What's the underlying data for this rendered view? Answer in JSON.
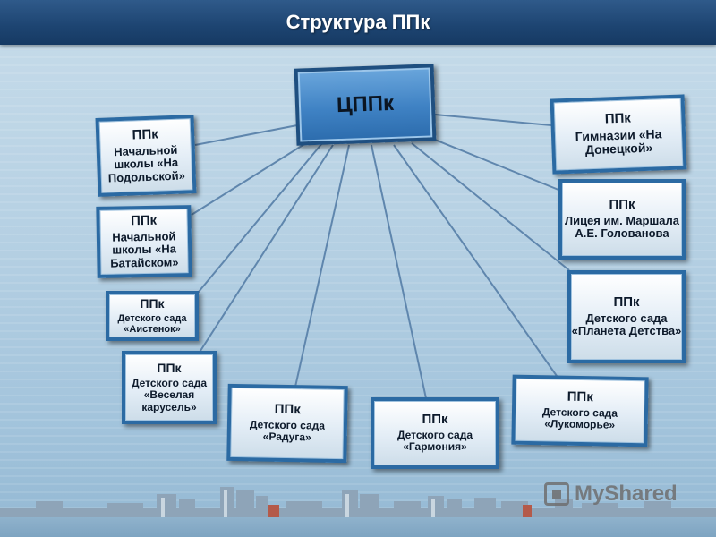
{
  "title": "Структура ППк",
  "center": {
    "label": "ЦППк"
  },
  "nodes": [
    {
      "id": "podolskaya",
      "lines": [
        "ППк",
        "Начальной школы «На Подольской»"
      ]
    },
    {
      "id": "bataysky",
      "lines": [
        "ППк",
        "Начальной школы «На Батайском»"
      ]
    },
    {
      "id": "aistenok",
      "lines": [
        "ППк",
        "Детского сада «Аистенок»"
      ]
    },
    {
      "id": "veselaya",
      "lines": [
        "ППк",
        "Детского сада «Веселая карусель»"
      ]
    },
    {
      "id": "raduga",
      "lines": [
        "ППк",
        "Детского сада «Радуга»"
      ]
    },
    {
      "id": "garmoniya",
      "lines": [
        "ППк",
        "Детского сада «Гармония»"
      ]
    },
    {
      "id": "lukomorye",
      "lines": [
        "ППк",
        "Детского сада «Лукоморье»"
      ]
    },
    {
      "id": "planeta",
      "lines": [
        "ППк",
        "Детского сада «Планета Детства»"
      ]
    },
    {
      "id": "litsey",
      "lines": [
        "ППк",
        "Лицея им. Маршала А.Е. Голованова"
      ]
    },
    {
      "id": "gimnazia",
      "lines": [
        "ППк",
        "Гимназии «На Донецкой»"
      ]
    }
  ],
  "watermark": "MyShared",
  "colors": {
    "title_bar": "#1d4471",
    "box_border": "#2b6aa3",
    "center_fill": "#3f82c4",
    "links": "#5f86ad"
  }
}
